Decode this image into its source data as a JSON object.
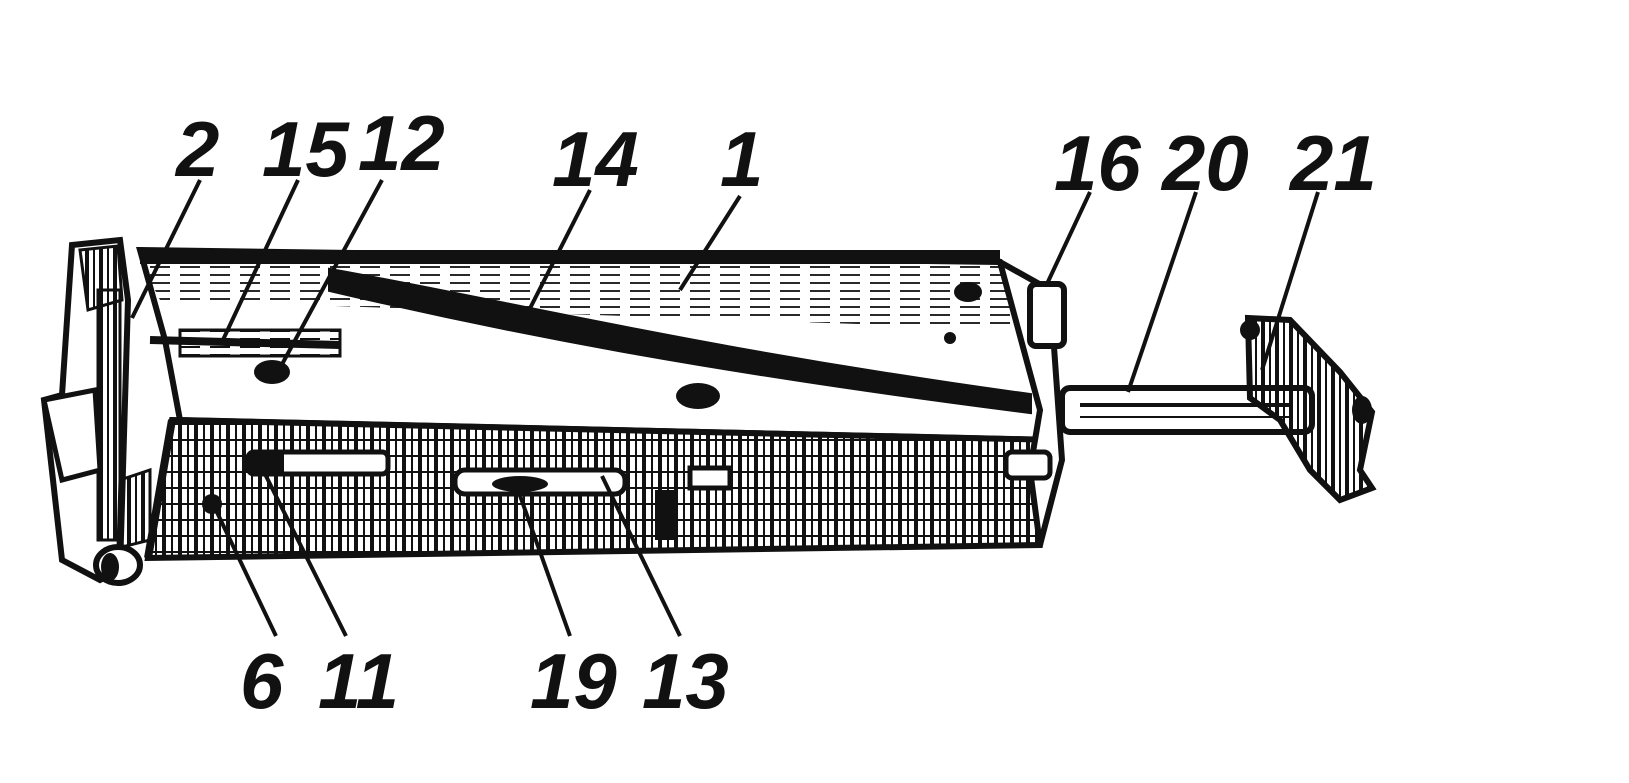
{
  "figure": {
    "callouts_top": [
      "2",
      "15",
      "12",
      "14",
      "1",
      "16",
      "20",
      "21"
    ],
    "callouts_bottom": [
      "6",
      "11",
      "19",
      "13"
    ],
    "ink_color": "#111111",
    "background_color": "#ffffff"
  }
}
